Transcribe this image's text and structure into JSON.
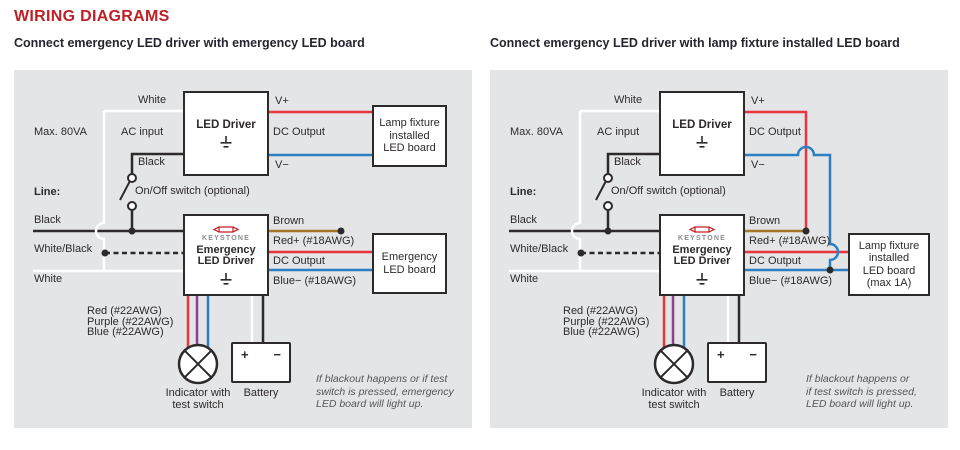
{
  "header": {
    "title": "WIRING DIAGRAMS"
  },
  "colors": {
    "accent_red": "#bf2026",
    "panel_bg": "#e4e5e6",
    "wire_black": "#2d2a2b",
    "wire_white": "#ffffff",
    "wire_red": "#e8353c",
    "wire_blue": "#2e7fc2",
    "wire_brown": "#a3762a",
    "wire_purple": "#8f3d95"
  },
  "diagrams": [
    {
      "subtitle": "Connect emergency LED driver with emergency LED board",
      "labels": {
        "max_load": "Max. 80VA",
        "white_top": "White",
        "ac_input": "AC input",
        "black_top": "Black",
        "line": "Line:",
        "on_off_switch": "On/Off switch (optional)",
        "line_black": "Black",
        "line_white_black": "White/Black",
        "line_white": "White",
        "v_plus": "V+",
        "dc_output_top": "DC Output",
        "v_minus": "V−",
        "brown": "Brown",
        "red_18awg": "Red+ (#18AWG)",
        "dc_output_bottom": "DC Output",
        "blue_18awg": "Blue− (#18AWG)",
        "red_22awg": "Red (#22AWG)",
        "purple_22awg": "Purple (#22AWG)",
        "blue_22awg": "Blue (#22AWG)",
        "indicator_1": "Indicator with",
        "indicator_2": "test switch",
        "battery": "Battery",
        "plus": "+",
        "minus": "−"
      },
      "led_driver_box": {
        "title": "LED Driver"
      },
      "lamp_fixture_box": {
        "line1": "Lamp fixture",
        "line2": "installed",
        "line3": "LED board"
      },
      "emergency_driver_box": {
        "brand": "KEYSTONE",
        "line1": "Emergency",
        "line2": "LED Driver"
      },
      "output_board_box": {
        "line1": "Emergency",
        "line2": "LED board"
      },
      "note": {
        "line1": "If blackout happens or if test",
        "line2": "switch is pressed, emergency",
        "line3": "LED board will light up."
      }
    },
    {
      "subtitle": "Connect emergency LED driver with lamp fixture installed LED board",
      "labels": {
        "max_load": "Max. 80VA",
        "white_top": "White",
        "ac_input": "AC input",
        "black_top": "Black",
        "line": "Line:",
        "on_off_switch": "On/Off switch (optional)",
        "line_black": "Black",
        "line_white_black": "White/Black",
        "line_white": "White",
        "v_plus": "V+",
        "dc_output_top": "DC Output",
        "v_minus": "V−",
        "brown": "Brown",
        "red_18awg": "Red+ (#18AWG)",
        "dc_output_bottom": "DC Output",
        "blue_18awg": "Blue− (#18AWG)",
        "red_22awg": "Red (#22AWG)",
        "purple_22awg": "Purple (#22AWG)",
        "blue_22awg": "Blue (#22AWG)",
        "indicator_1": "Indicator with",
        "indicator_2": "test switch",
        "battery": "Battery",
        "plus": "+",
        "minus": "−"
      },
      "led_driver_box": {
        "title": "LED Driver"
      },
      "emergency_driver_box": {
        "brand": "KEYSTONE",
        "line1": "Emergency",
        "line2": "LED Driver"
      },
      "output_board_box": {
        "line1": "Lamp fixture",
        "line2": "installed",
        "line3": "LED board",
        "line4": "(max 1A)"
      },
      "note": {
        "line1": "If blackout happens or",
        "line2": "if test switch is pressed,",
        "line3": "LED board will light up."
      }
    }
  ]
}
